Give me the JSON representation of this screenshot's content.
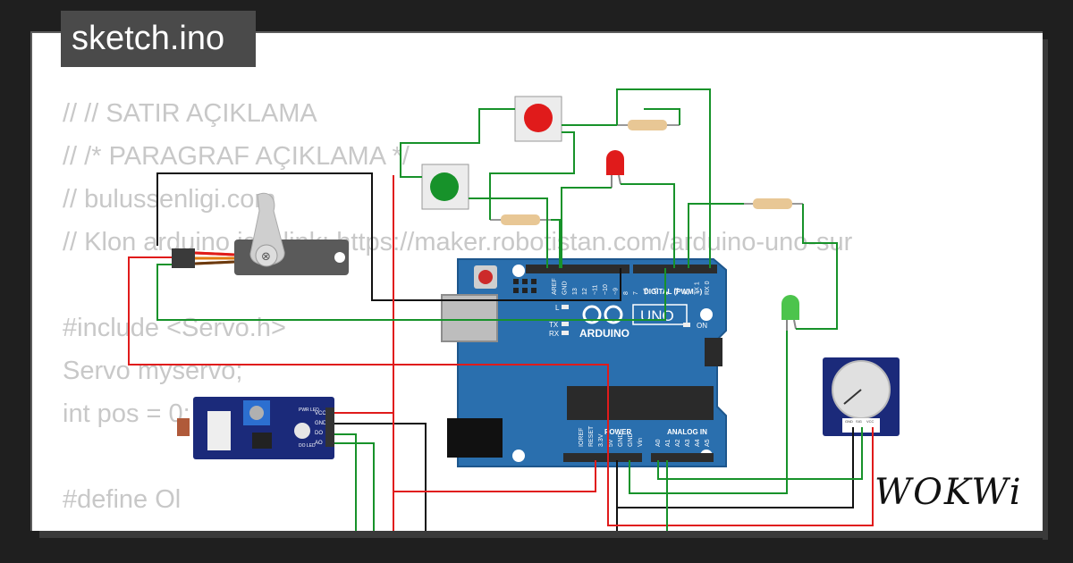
{
  "title": "sketch.ino",
  "code_lines": [
    "// // SATIR AÇIKLAMA",
    "// /* PARAGRAF AÇIKLAMA */",
    "// bulussenligi.com",
    "// Klon arduino için link: https://maker.robotistan.com/arduino-uno-sur",
    "",
    "#include <Servo.h>",
    "Servo myservo;",
    "int pos = 0;",
    "",
    "#define Ol"
  ],
  "arduino": {
    "logo": "ARDUINO",
    "model": "UNO",
    "on_label": "ON",
    "l_label": "L",
    "tx_label": "TX",
    "rx_label": "RX",
    "digital_label": "DIGITAL (PWM ~)",
    "power_label": "POWER",
    "analog_label": "ANALOG IN",
    "digital_pins": [
      "AREF",
      "GND",
      "13",
      "12",
      "~11",
      "~10",
      "~9",
      "8",
      "7",
      "~6",
      "~5",
      "4",
      "~3",
      "2",
      "TX 1",
      "RX 0"
    ],
    "power_pins": [
      "IOREF",
      "RESET",
      "3.3V",
      "5V",
      "GND",
      "GND",
      "Vin"
    ],
    "analog_pins": [
      "A0",
      "A1",
      "A2",
      "A3",
      "A4",
      "A5"
    ]
  },
  "sensor_module": {
    "pins": [
      "VCC",
      "GND",
      "DO",
      "AO"
    ],
    "led_labels": [
      "PWR LED",
      "DO LED"
    ]
  },
  "potentiometer": {
    "pins": [
      "GND",
      "SIG",
      "VCC"
    ]
  },
  "branding": "WOKWi",
  "colors": {
    "background": "#1f1f1f",
    "canvas": "#ffffff",
    "title_bg": "#4a4a4a",
    "board": "#2a6fae",
    "wire_red": "#e01b1b",
    "wire_green": "#17922a",
    "wire_black": "#111111"
  },
  "icons": [
    "arduino-uno-board",
    "servo-motor",
    "sensor-module",
    "potentiometer",
    "push-button-red",
    "push-button-green",
    "led-red",
    "led-green",
    "resistor"
  ]
}
